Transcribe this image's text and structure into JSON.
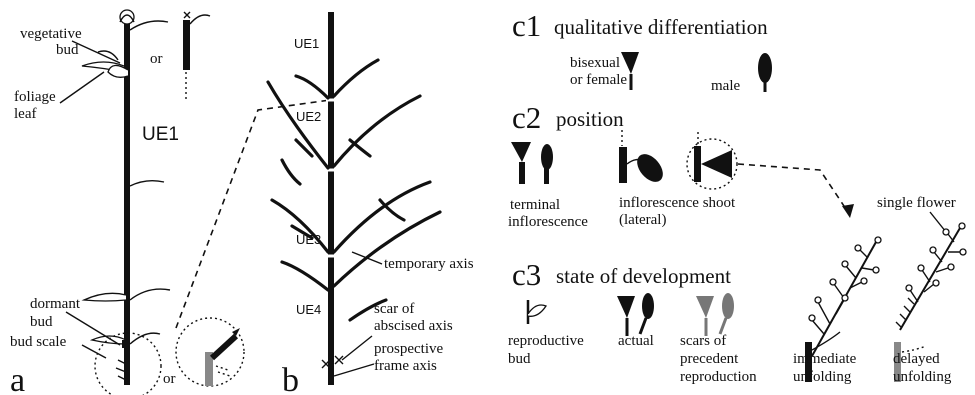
{
  "panel_a": {
    "letter": "a",
    "ue1": "UE1",
    "vegetative_bud": [
      "vegetative",
      "bud"
    ],
    "or_top": "or",
    "foliage_leaf": [
      "foliage",
      "leaf"
    ],
    "dormant_bud": [
      "dormant",
      "bud"
    ],
    "bud_scale": "bud scale",
    "or_bottom": "or"
  },
  "panel_b": {
    "letter": "b",
    "ue1": "UE1",
    "ue2": "UE2",
    "ue3": "UE3",
    "ue4": "UE4",
    "temporary_axis": "temporary axis",
    "scar": [
      "scar of",
      "abscised axis"
    ],
    "prospective": [
      "prospective",
      "frame axis"
    ]
  },
  "panel_c1": {
    "num": "c1",
    "title": "qualitative differentiation",
    "bisexual": [
      "bisexual",
      "or female"
    ],
    "male": "male"
  },
  "panel_c2": {
    "num": "c2",
    "title": "position",
    "terminal": [
      "terminal",
      "inflorescence"
    ],
    "shoot": [
      "inflorescence shoot",
      "(lateral)"
    ],
    "single_flower": "single flower"
  },
  "panel_c3": {
    "num": "c3",
    "title": "state of development",
    "reproductive": [
      "reproductive",
      "bud"
    ],
    "actual": "actual",
    "scars": [
      "scars of",
      "precedent",
      "reproduction"
    ],
    "immediate": [
      "immediate",
      "unfolding"
    ],
    "delayed": [
      "delayed",
      "unfolding"
    ]
  }
}
